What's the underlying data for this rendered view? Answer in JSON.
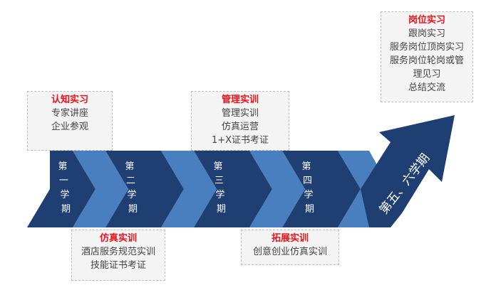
{
  "stages": [
    {
      "chars": [
        "第",
        "一",
        "学",
        "期"
      ]
    },
    {
      "chars": [
        "第",
        "二",
        "学",
        "期"
      ]
    },
    {
      "chars": [
        "第",
        "三",
        "学",
        "期"
      ]
    },
    {
      "chars": [
        "第",
        "四",
        "学",
        "期"
      ]
    }
  ],
  "final_stage": "第五、六学期",
  "boxes": [
    {
      "id": "box-1",
      "title": "认知实习",
      "lines": [
        "专家讲座",
        "企业参观"
      ]
    },
    {
      "id": "box-2",
      "title": "仿真实训",
      "lines": [
        "酒店服务规范实训",
        "技能证书考证"
      ]
    },
    {
      "id": "box-3",
      "title": "管理实训",
      "lines": [
        "管理实训",
        "仿真运营",
        "1+X证书考证"
      ]
    },
    {
      "id": "box-4",
      "title": "拓展实训",
      "lines": [
        "创意创业仿真实训"
      ]
    },
    {
      "id": "box-5",
      "title": "岗位实习",
      "lines": [
        "跟岗实习",
        "服务岗位顶岗实习",
        "服务岗位轮岗或管",
        "理见习",
        "总结交流"
      ]
    }
  ],
  "colors": {
    "dark_blue": "#1f3f73",
    "light_blue": "#4a7fbf",
    "title_red": "#e8141a",
    "box_bg": "#f4f4f4"
  }
}
